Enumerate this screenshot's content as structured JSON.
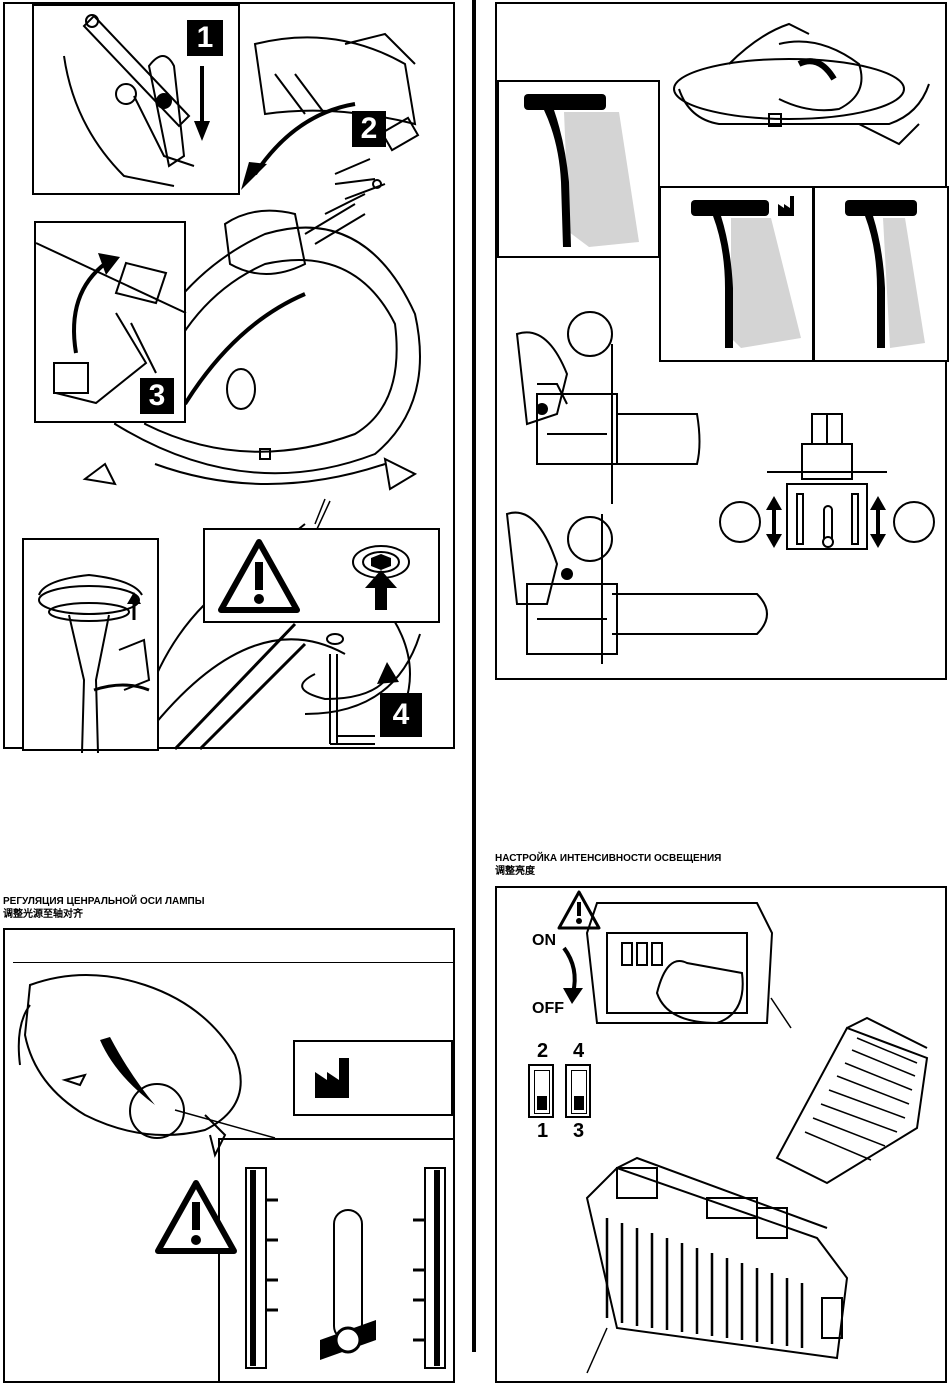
{
  "steps": {
    "s1": "1",
    "s2": "2",
    "s3": "3",
    "s4": "4"
  },
  "sections": {
    "lamp_axis": {
      "title_ru": "РЕГУЛЯЦИЯ ЦЕНРАЛЬНОЙ ОСИ ЛАМПЫ",
      "title_zh": "调整光源至轴对齐"
    },
    "light_intensity": {
      "title_ru": "НАСТРОЙКА ИНТЕНСИВНОСТИ ОСВЕЩЕНИЯ",
      "title_zh": "调整亮度"
    }
  },
  "power_switch": {
    "on_label": "ON",
    "off_label": "OFF"
  },
  "dip_switches": [
    {
      "top": "2",
      "bottom": "1"
    },
    {
      "top": "4",
      "bottom": "3"
    }
  ],
  "icons": [
    "warning-triangle-icon",
    "hex-screw-icon",
    "factory-icon",
    "hex-key-icon",
    "hand-icon"
  ]
}
